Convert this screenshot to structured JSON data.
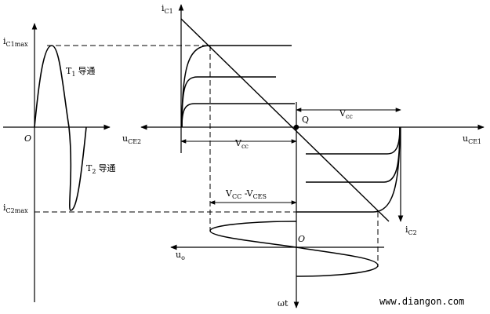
{
  "labels": {
    "ic1": "i",
    "ic1_sub": "C1",
    "ic1max": "i",
    "ic1max_sub": "C1max",
    "ic2max": "i",
    "ic2max_sub": "C2max",
    "origin_left": "O",
    "t1": "T",
    "t1_sub": "1",
    "t1_cn": "导通",
    "t2": "T",
    "t2_sub": "2",
    "t2_cn": "导通",
    "uce2": "u",
    "uce2_sub": "CE2",
    "uce1": "u",
    "uce1_sub": "CE1",
    "q": "Q",
    "vcc_top": "V",
    "vcc_top_sub": "cc",
    "vcc_left": "V",
    "vcc_left_sub": "cc",
    "vcc_vces_a": "V",
    "vcc_vces_a_sub": "CC",
    "vcc_vces_b": " -V",
    "vcc_vces_b_sub": "CES",
    "ic2": "i",
    "ic2_sub": "C2",
    "origin_mid": "O",
    "uo": "u",
    "uo_sub": "o",
    "wt": "ωt",
    "watermark": "www.diangon.com"
  },
  "colors": {
    "ink": "#000000",
    "background": "#ffffff"
  }
}
